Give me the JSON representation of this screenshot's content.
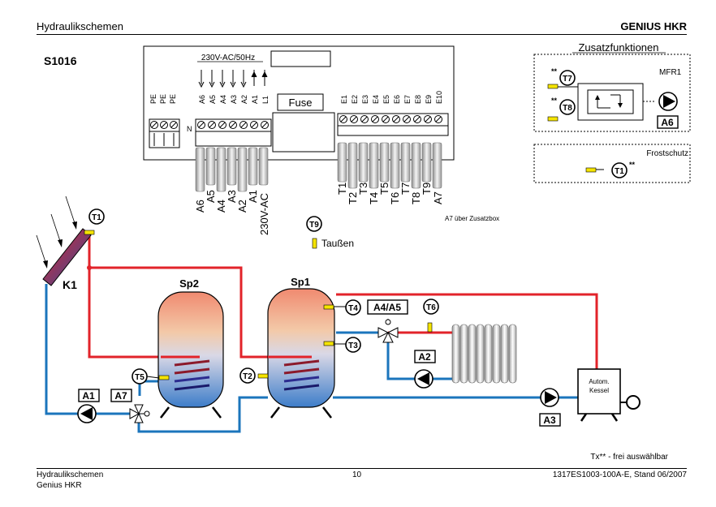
{
  "header": {
    "left": "Hydraulikschemen",
    "right": "GENIUS HKR"
  },
  "footer": {
    "left_line1": "Hydraulikschemen",
    "left_line2": "Genius HKR",
    "page_number": "10",
    "document_ref": "1317ES1003-100A-E, Stand 06/2007"
  },
  "diagram": {
    "model_id": "S1016",
    "terminal_block": {
      "supply_label": "230V-AC/50Hz",
      "fuse_label": "Fuse",
      "pe_labels": [
        "PE",
        "PE",
        "PE"
      ],
      "n_label": "N",
      "output_terminals": [
        "A6",
        "A5",
        "A4",
        "A3",
        "A2",
        "A1",
        "L1"
      ],
      "input_terminals": [
        "E1",
        "E2",
        "E3",
        "E4",
        "E5",
        "E6",
        "E7",
        "E8",
        "E9",
        "E10"
      ],
      "output_plug_labels": [
        "A6",
        "A5",
        "A4",
        "A3",
        "A2",
        "A1",
        "230V-AC"
      ],
      "input_plug_labels": [
        "T1",
        "T2",
        "T3",
        "T4",
        "T5",
        "T6",
        "T7",
        "T8",
        "T9",
        "A7"
      ],
      "note_a7": "A7 über Zusatzbox"
    },
    "additional_functions": {
      "title": "Zusatzfunktionen",
      "mfr_label": "MFR1",
      "mfr_sensors": [
        "T7",
        "T8"
      ],
      "mfr_sensor_marks": [
        "**",
        "**"
      ],
      "mfr_output": "A6",
      "frost_title": "Frostschutz",
      "frost_sensor": "T1",
      "frost_sensor_mark": "**"
    },
    "outdoor_sensor": {
      "id": "T9",
      "label": "Taußen"
    },
    "collector": {
      "label": "K1",
      "sensor": "T1"
    },
    "storages": [
      {
        "label": "Sp2",
        "sensor": "T5"
      },
      {
        "label": "Sp1",
        "sensors": [
          "T4",
          "T3",
          "T2"
        ]
      }
    ],
    "actuators": {
      "pump_a1": "A1",
      "valve_a7": "A7",
      "mixer_a4a5": "A4/A5",
      "sensor_t6": "T6",
      "pump_a2": "A2",
      "pump_a3": "A3"
    },
    "boiler": {
      "line1": "Autom.",
      "line2": "Kessel"
    },
    "footnote": "Tx** - frei auswählbar",
    "colors": {
      "hot": "#e2232a",
      "cold": "#1b75bc",
      "sensor_fill": "#f5e400",
      "tank_top": "#f0806a",
      "tank_bottom": "#3d7dc9"
    }
  }
}
